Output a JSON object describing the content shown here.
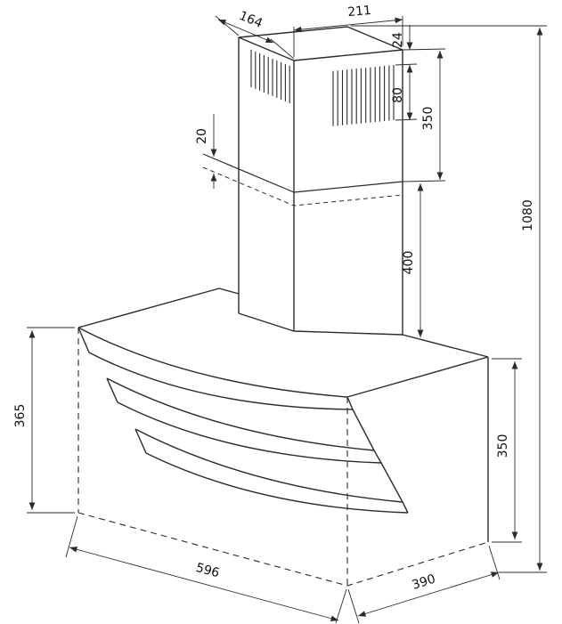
{
  "figure": {
    "type": "technical-dimension-drawing",
    "subject": "wall-mounted cooker hood with telescopic chimney duct",
    "ink_color": "#2b2b2b",
    "background_color": "#ffffff"
  },
  "dims": {
    "chimney_top_depth": "164",
    "chimney_top_width": "211",
    "vent_offset": "24",
    "vent_height": "80",
    "upper_chimney_height": "350",
    "overlap": "20",
    "lower_chimney_height": "400",
    "total_height": "1080",
    "hood_front_height": "365",
    "hood_back_height": "350",
    "hood_width": "596",
    "hood_depth": "390"
  }
}
